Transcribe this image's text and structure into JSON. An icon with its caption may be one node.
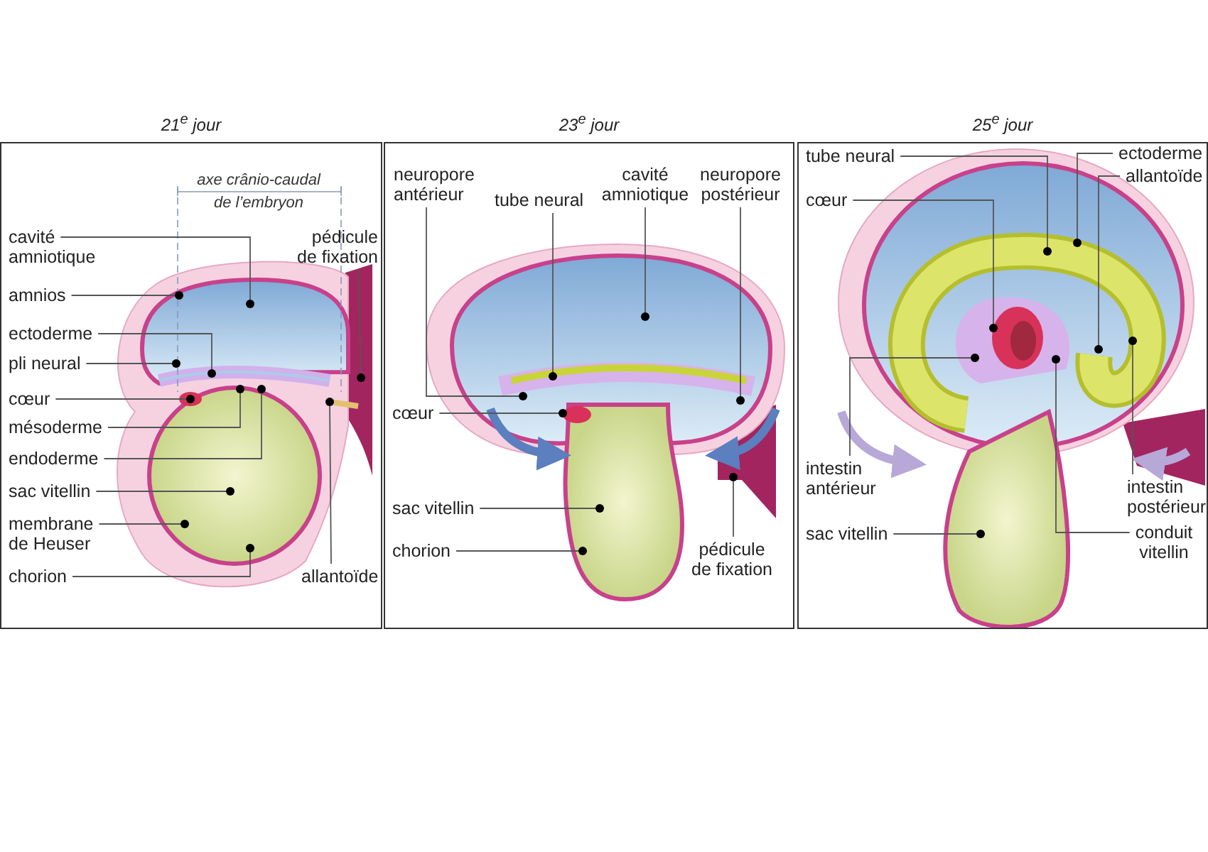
{
  "diagram": {
    "nodes": [
      {
        "text": [
          "21$^{e}$ jour"
        ]
      },
      {
        "text": [
          "cavité amniotique"
        ],
        "in": 0
      },
      {
        "text": [
          "pédicule de fixation"
        ],
        "in": 0
      },
      {
        "text": [
          "amnios"
        ],
        "in": 0
      },
      {
        "text": [
          "ectoderme"
        ],
        "in": 0
      },
      {
        "text": [
          "pli neural"
        ],
        "in": 0
      },
      {
        "text": [
          "cœur"
        ],
        "in": 0
      },
      {
        "text": [
          "mésoderme"
        ],
        "in": 0
      },
      {
        "text": [
          "endoderme"
        ],
        "in": 0
      },
      {
        "text": [
          "sac vitellin"
        ],
        "in": 0
      },
      {
        "text": [
          "membrane de Heuser"
        ],
        "in": 0
      },
      {
        "text": [
          "chorion"
        ],
        "in": 0
      },
      {
        "text": [
          "allantoïde"
        ],
        "in": 0
      },
      {
        "text": [
          "23$^{e}$ jour"
        ]
      },
      {
        "text": [
          "neuropore antérieur"
        ],
        "in": 13
      },
      {
        "text": [
          "tube neural"
        ],
        "in": 13
      },
      {
        "text": [
          "cavité amniotique"
        ],
        "in": 13
      },
      {
        "text": [
          "neuropore postérieur"
        ],
        "in": 13
      },
      {
        "text": [
          "cœur"
        ],
        "in": 13
      },
      {
        "text": [
          "sac vitellin"
        ],
        "in": 13
      },
      {
        "text": [
          "chorion"
        ],
        "in": 13
      },
      {
        "text": [
          "pédicule de fixation"
        ],
        "in": 13
      },
      {
        "text": [
          "25$^{e}$ jour"
        ]
      },
      {
        "text": [
          "tube neural"
        ],
        "in": 22
      },
      {
        "text": [
          "ectoderme"
        ],
        "in": 22
      },
      {
        "text": [
          "allantoïde"
        ],
        "in": 22
      },
      {
        "text": [
          "cœur"
        ],
        "in": 22
      },
      {
        "text": [
          "intestin antérieur"
        ],
        "in": 22
      },
      {
        "text": [
          "intestin postérieur"
        ],
        "in": 22
      },
      {
        "text": [
          "sac vitellin"
        ],
        "in": 22
      },
      {
        "text": [
          "conduit vitellin"
        ],
        "in": 22
      }
    ],
    "edges": [
      {
        "from": 1,
        "to": null,
        "arrow": "other"
      },
      {
        "from": 2,
        "to": null,
        "arrow": "other"
      },
      {
        "from": 3,
        "to": null,
        "arrow": "other"
      },
      {
        "from": 4,
        "to": null,
        "arrow": "other"
      },
      {
        "from": 5,
        "to": null,
        "arrow": "other"
      },
      {
        "from": 6,
        "to": null,
        "arrow": "other"
      },
      {
        "from": 7,
        "to": null,
        "arrow": "other"
      },
      {
        "from": 8,
        "to": null,
        "arrow": "other"
      },
      {
        "from": 9,
        "to": null,
        "arrow": "other"
      },
      {
        "from": 10,
        "to": null,
        "arrow": "other"
      },
      {
        "from": 11,
        "to": null,
        "arrow": "other"
      },
      {
        "from": 12,
        "to": null,
        "arrow": "other"
      },
      {
        "from": 14,
        "to": null,
        "arrow": "other"
      },
      {
        "from": 15,
        "to": null,
        "arrow": "other"
      },
      {
        "from": 16,
        "to": null,
        "arrow": "other"
      },
      {
        "from": 17,
        "to": null,
        "arrow": "other"
      },
      {
        "from": 18,
        "to": null,
        "arrow": "other"
      },
      {
        "from": 19,
        "to": null,
        "arrow": "other"
      },
      {
        "from": 20,
        "to": null,
        "arrow": "other"
      },
      {
        "from": 21,
        "to": null,
        "arrow": "other"
      },
      {
        "from": 23,
        "to": null,
        "arrow": "other"
      },
      {
        "from": 24,
        "to": null,
        "arrow": "other"
      },
      {
        "from": 25,
        "to": null,
        "arrow": "other"
      },
      {
        "from": 26,
        "to": null,
        "arrow": "other"
      },
      {
        "from": 27,
        "to": null,
        "arrow": "other"
      },
      {
        "from": 28,
        "to": null,
        "arrow": "other"
      },
      {
        "from": 29,
        "to": null,
        "arrow": "other"
      },
      {
        "from": 30,
        "to": null,
        "arrow": "other"
      }
    ],
    "labels": [
      "axe crânio-caudal de l’embryon"
    ]
  }
}
